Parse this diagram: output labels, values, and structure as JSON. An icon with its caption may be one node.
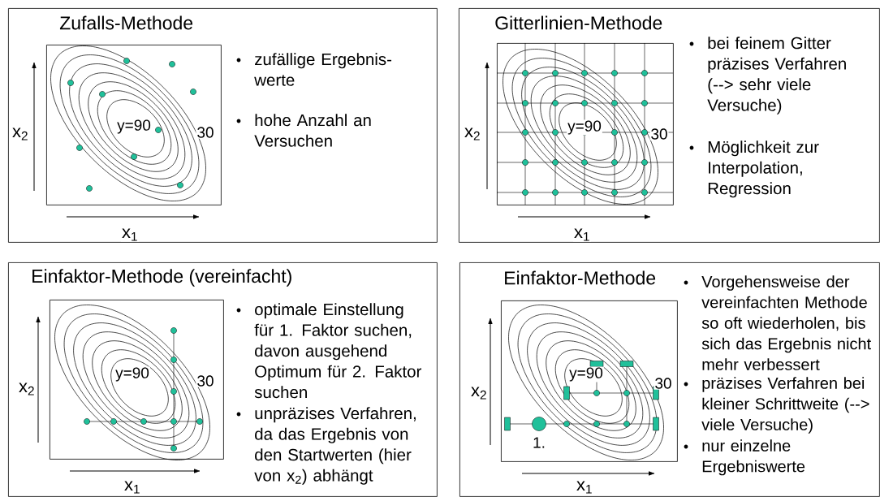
{
  "diagram": {
    "nodes": [
      {
        "text": [
          "Zufalls-Methode",
          "zufällige Ergebnis- werte",
          "hohe Anzahl an Versuchen"
        ]
      },
      {
        "text": [],
        "shape": "box",
        "in": 0
      },
      {
        "text": [
          "Gitterlinien-Methode",
          "bei feinem Gitter präzises Verfahren (--> sehr viele Versuche)",
          "Möglichkeit zur Interpolation, Regression"
        ]
      },
      {
        "text": [],
        "shape": "box",
        "in": 2
      },
      {
        "text": [
          "Einfaktor-Methode (vereinfacht)",
          "optimale Einstellung für 1. Faktor suchen, davon ausgehend Optimum für 2. Faktor suchen",
          "unpräzises Verfahren, da das Ergebnis von den Startwerten (hier von x$_{2}$) abhängt"
        ]
      },
      {
        "text": [],
        "shape": "box",
        "in": 4
      },
      {
        "text": [
          "Einfaktor-Methode",
          "Vorgehensweise der vereinfachten Methode so oft wiederholen, bis sich das Ergebnis nicht mehr verbessert",
          "präzises Verfahren bei kleiner Schrittweite (--> viele Versuche)",
          "nur einzelne Ergebniswerte"
        ]
      },
      {
        "text": [],
        "shape": "box",
        "in": 6
      }
    ],
    "labels": [
      "x$_{2}$",
      "y=90",
      "30",
      "x$_{1}$",
      "x$_{2}$",
      "y=90",
      "30",
      "x$_{1}$",
      "x$_{2}$",
      "y=90",
      "30",
      "x$_{1}$",
      "x$_{2}$",
      "y=90",
      "30",
      "1.",
      "x$_{1}$"
    ]
  }
}
